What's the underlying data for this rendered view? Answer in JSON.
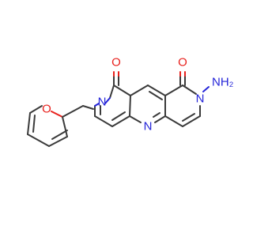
{
  "structure": {
    "atoms": [
      {
        "id": "O_left",
        "symbol": "O",
        "color": "#e8201c"
      },
      {
        "id": "O_right",
        "symbol": "O",
        "color": "#e8201c"
      },
      {
        "id": "N_ring",
        "symbol": "N",
        "color": "#2323d8"
      },
      {
        "id": "N_left",
        "symbol": "N",
        "color": "#2323d8"
      },
      {
        "id": "NH2",
        "symbol": "NH₂",
        "color": "#2323d8"
      },
      {
        "id": "N_amine",
        "symbol": "N",
        "color": "#2323d8"
      },
      {
        "id": "O_furan",
        "symbol": "O",
        "color": "#e8201c"
      }
    ],
    "bond_color": "#3a3a3a"
  }
}
